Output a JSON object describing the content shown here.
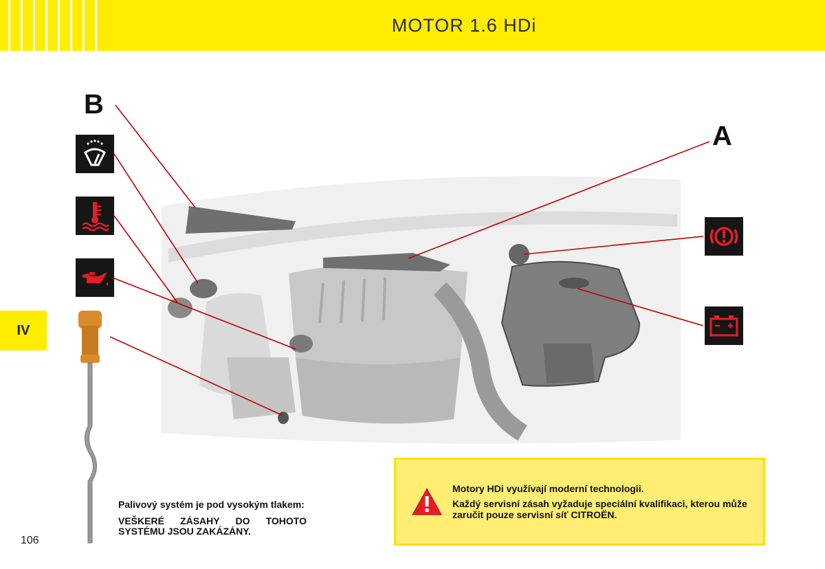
{
  "header": {
    "title": "MOTOR 1.6 HDi"
  },
  "section": {
    "label": "IV"
  },
  "labels": {
    "a": "A",
    "b": "B"
  },
  "icons": [
    "washer-fluid-icon",
    "coolant-temperature-icon",
    "oil-can-icon",
    "dipstick-icon",
    "brake-warning-icon",
    "battery-icon"
  ],
  "fuel_note": {
    "line1": "Palivový systém je pod vysokým tlakem:",
    "line2": "VEŠKERÉ ZÁSAHY DO TOHOTO SYSTÉMU JSOU ZAKÁZÁNY."
  },
  "warning": {
    "line1": "Motory HDi využívají moderní technologii.",
    "line2": "Každý servisní zásah vyžaduje speciální kvalifikaci, kterou může zaručit pouze servisní síť CITROËN."
  },
  "page_number": "106",
  "colors": {
    "header": "#ffed00",
    "warning_box": "#ffee73",
    "leader_line": "#c00000",
    "icon_bg": "#161616",
    "icon_red": "#e41e26"
  }
}
